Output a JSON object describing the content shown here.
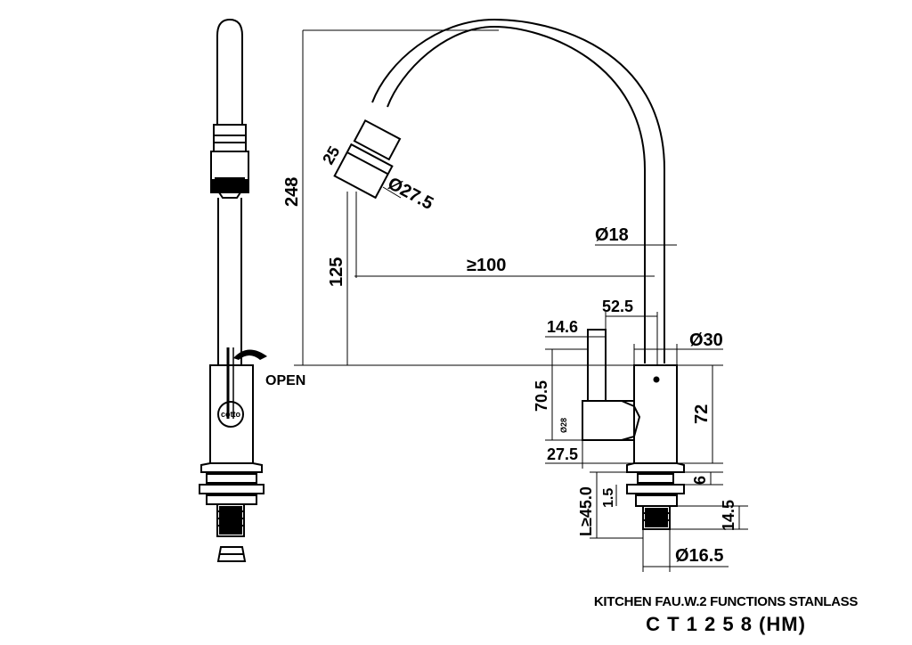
{
  "labels": {
    "open": "OPEN",
    "brand": "cotto",
    "small_dia": "Ø28"
  },
  "dimensions": {
    "height_total": "248",
    "spray_len": "25",
    "spray_dia": "Ø27.5",
    "height_spout": "125",
    "reach": "≥100",
    "pipe_dia": "Ø18",
    "offset": "52.5",
    "handle_w": "14.6",
    "body_dia": "Ø30",
    "handle_h": "70.5",
    "body_h": "72",
    "handle_d": "27.5",
    "flange_h": "6",
    "thread_len": "L≥45.0",
    "nut_h": "1.5",
    "thread_h": "14.5",
    "thread_dia": "Ø16.5"
  },
  "title": {
    "line1": "KITCHEN FAU.W.2 FUNCTIONS STANLASS",
    "line2": "C T 1 2 5 8 (HM)"
  }
}
